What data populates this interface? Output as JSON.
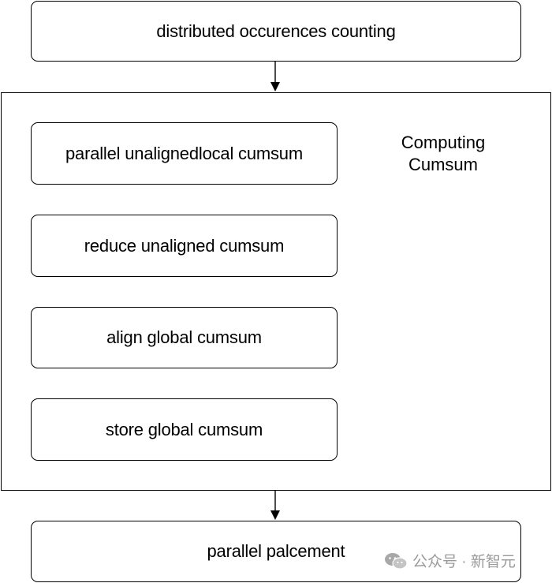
{
  "nodes": {
    "top": "distributed occurences counting",
    "group_label": "Computing\nCumsum",
    "step1": "parallel unalignedlocal cumsum",
    "step2": "reduce unaligned cumsum",
    "step3": "align global cumsum",
    "step4": "store global cumsum",
    "bottom": "parallel palcement"
  },
  "watermark": {
    "text": "公众号 · 新智元",
    "icon": "wechat-logo-icon"
  }
}
